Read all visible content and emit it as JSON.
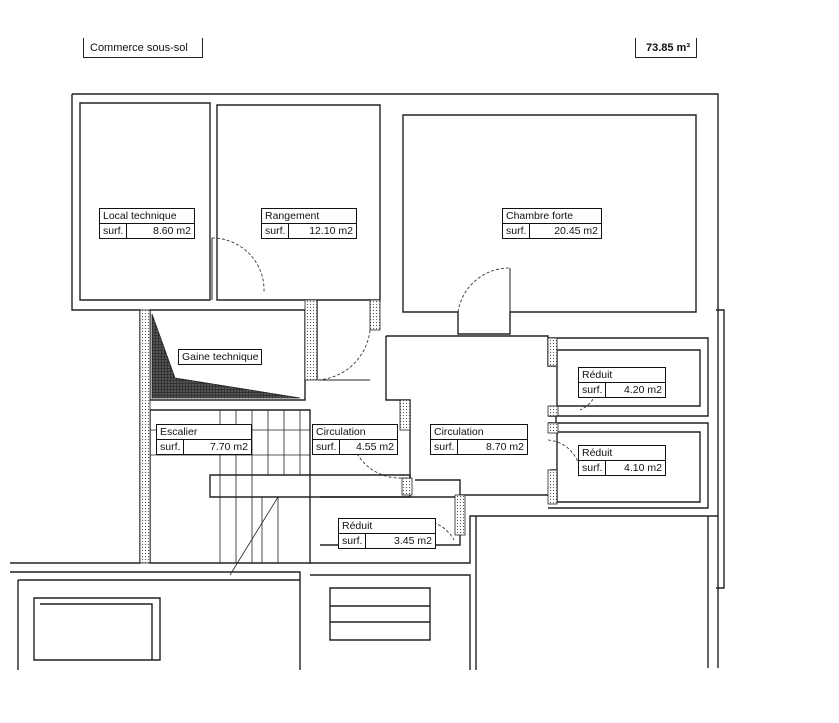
{
  "header": {
    "title": "Commerce sous-sol",
    "total_area": "73.85 m³"
  },
  "rooms": [
    {
      "id": "local-technique",
      "name": "Local technique",
      "surf_label": "surf.",
      "area": "8.60 m2"
    },
    {
      "id": "rangement",
      "name": "Rangement",
      "surf_label": "surf.",
      "area": "12.10 m2"
    },
    {
      "id": "chambre-forte",
      "name": "Chambre forte",
      "surf_label": "surf.",
      "area": "20.45 m2"
    },
    {
      "id": "reduit-1",
      "name": "Réduit",
      "surf_label": "surf.",
      "area": "4.20 m2"
    },
    {
      "id": "reduit-2",
      "name": "Réduit",
      "surf_label": "surf.",
      "area": "4.10 m2"
    },
    {
      "id": "escalier",
      "name": "Escalier",
      "surf_label": "surf.",
      "area": "7.70 m2"
    },
    {
      "id": "circulation-1",
      "name": "Circulation",
      "surf_label": "surf.",
      "area": "4.55 m2"
    },
    {
      "id": "circulation-2",
      "name": "Circulation",
      "surf_label": "surf.",
      "area": "8.70 m2"
    },
    {
      "id": "reduit-3",
      "name": "Réduit",
      "surf_label": "surf.",
      "area": "3.45 m2"
    }
  ],
  "gaine": "Gaine technique",
  "colors": {
    "wall": "#222222",
    "hatch": "#444444",
    "paper": "#ffffff"
  }
}
